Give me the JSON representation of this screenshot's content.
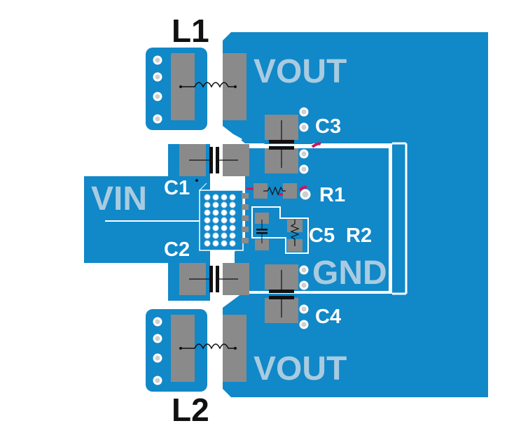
{
  "colors": {
    "copper": "#1188c8",
    "pad": "#8a8a8a",
    "trace_red": "#d0145a",
    "silk": "#ffffff",
    "net_label": "#a9cbe0",
    "ref_label_dark": "#111111"
  },
  "net_labels": {
    "vout_top": "VOUT",
    "vout_bottom": "VOUT",
    "vin": "VIN",
    "gnd": "GND"
  },
  "designators": {
    "l1": "L1",
    "l2": "L2",
    "c1": "C1",
    "c2": "C2",
    "c3": "C3",
    "c4": "C4",
    "c5": "C5",
    "r1": "R1",
    "r2": "R2"
  }
}
